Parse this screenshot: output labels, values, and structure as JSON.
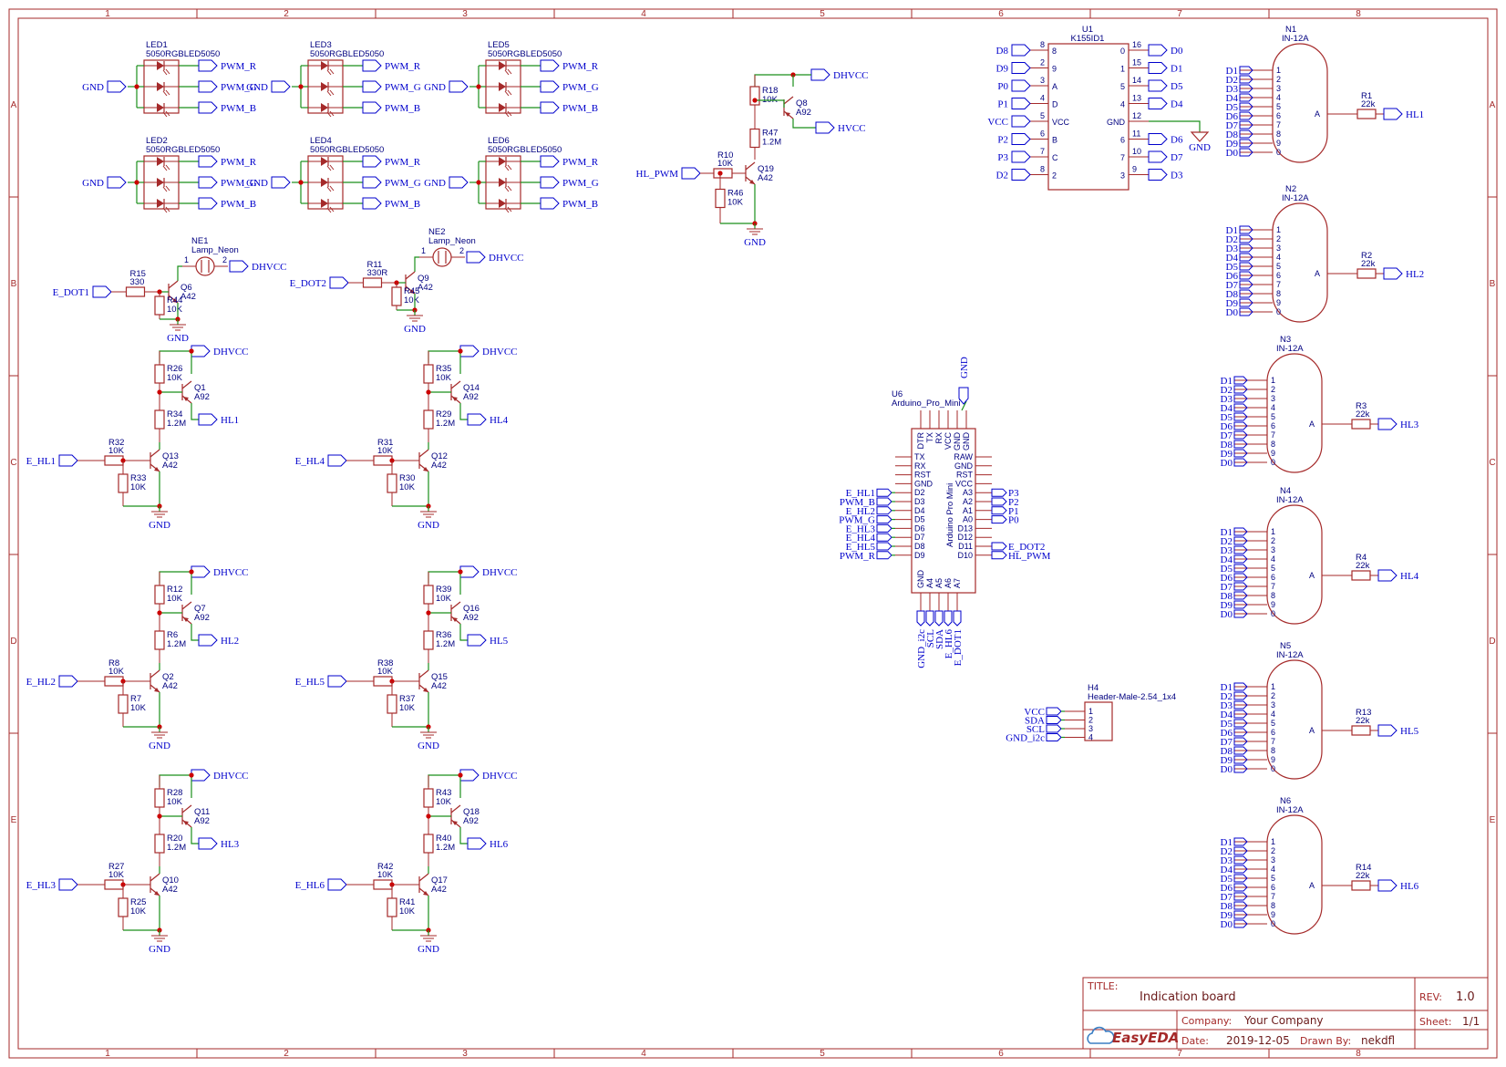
{
  "sheet": {
    "columns": [
      "1",
      "2",
      "3",
      "4",
      "5",
      "6",
      "7",
      "8"
    ],
    "rows": [
      "A",
      "B",
      "C",
      "D",
      "E"
    ]
  },
  "title_block": {
    "title_label": "TITLE:",
    "title": "Indication board",
    "rev_label": "REV:",
    "rev": "1.0",
    "company_label": "Company:",
    "company": "Your Company",
    "sheet_label": "Sheet:",
    "sheet": "1/1",
    "date_label": "Date:",
    "date": "2019-12-05",
    "drawn_label": "Drawn By:",
    "drawn_by": "nekdfl",
    "logo_text": "EasyEDA",
    "colors": {
      "frame": "#a52a2a",
      "wire": "#1a8f1a",
      "net": "#0000cc",
      "junction": "#cc0000"
    }
  },
  "leds": [
    {
      "ref": "LED1",
      "part": "5050RGBLED5050",
      "gnd": "GND",
      "r": "PWM_R",
      "g": "PWM_G",
      "b": "PWM_B"
    },
    {
      "ref": "LED3",
      "part": "5050RGBLED5050",
      "gnd": "GND",
      "r": "PWM_R",
      "g": "PWM_G",
      "b": "PWM_B"
    },
    {
      "ref": "LED5",
      "part": "5050RGBLED5050",
      "gnd": "GND",
      "r": "PWM_R",
      "g": "PWM_G",
      "b": "PWM_B"
    },
    {
      "ref": "LED2",
      "part": "5050RGBLED5050",
      "gnd": "GND",
      "r": "PWM_R",
      "g": "PWM_G",
      "b": "PWM_B"
    },
    {
      "ref": "LED4",
      "part": "5050RGBLED5050",
      "gnd": "GND",
      "r": "PWM_R",
      "g": "PWM_G",
      "b": "PWM_B"
    },
    {
      "ref": "LED6",
      "part": "5050RGBLED5050",
      "gnd": "GND",
      "r": "PWM_R",
      "g": "PWM_G",
      "b": "PWM_B"
    }
  ],
  "neons": [
    {
      "ref": "NE1",
      "part": "Lamp_Neon",
      "pin1": "1",
      "pin2": "2",
      "supply": "DHVCC",
      "rb": "R15",
      "rbv": "330",
      "q": "Q6",
      "qv": "A42",
      "rp": "R44",
      "rpv": "10K",
      "input": "E_DOT1",
      "gnd": "GND"
    },
    {
      "ref": "NE2",
      "part": "Lamp_Neon",
      "pin1": "1",
      "pin2": "2",
      "supply": "DHVCC",
      "rb": "R11",
      "rbv": "330R",
      "q": "Q9",
      "qv": "A42",
      "rp": "R45",
      "rpv": "10K",
      "input": "E_DOT2",
      "gnd": "GND"
    }
  ],
  "hv": {
    "supply": "DHVCC",
    "output": "HVCC",
    "input": "HL_PWM",
    "gnd": "GND",
    "r_top": "R18",
    "r_top_v": "10K",
    "q_p": "Q8",
    "q_p_v": "A92",
    "r_mid": "R47",
    "r_mid_v": "1.2M",
    "r_in": "R10",
    "r_in_v": "10K",
    "r_pd": "R46",
    "r_pd_v": "10K",
    "q_n": "Q19",
    "q_n_v": "A42"
  },
  "drivers": [
    {
      "input": "E_HL1",
      "out": "HL1",
      "supply": "DHVCC",
      "gnd": "GND",
      "ra": "R26",
      "rav": "10K",
      "qp": "Q1",
      "qpv": "A92",
      "rb": "R34",
      "rbv": "1.2M",
      "rin": "R32",
      "rinv": "10K",
      "qn": "Q13",
      "qnv": "A42",
      "rd": "R33",
      "rdv": "10K"
    },
    {
      "input": "E_HL4",
      "out": "HL4",
      "supply": "DHVCC",
      "gnd": "GND",
      "ra": "R35",
      "rav": "10K",
      "qp": "Q14",
      "qpv": "A92",
      "rb": "R29",
      "rbv": "1.2M",
      "rin": "R31",
      "rinv": "10K",
      "qn": "Q12",
      "qnv": "A42",
      "rd": "R30",
      "rdv": "10K"
    },
    {
      "input": "E_HL2",
      "out": "HL2",
      "supply": "DHVCC",
      "gnd": "GND",
      "ra": "R12",
      "rav": "10K",
      "qp": "Q7",
      "qpv": "A92",
      "rb": "R6",
      "rbv": "1.2M",
      "rin": "R8",
      "rinv": "10K",
      "qn": "Q2",
      "qnv": "A42",
      "rd": "R7",
      "rdv": "10K"
    },
    {
      "input": "E_HL5",
      "out": "HL5",
      "supply": "DHVCC",
      "gnd": "GND",
      "ra": "R39",
      "rav": "10K",
      "qp": "Q16",
      "qpv": "A92",
      "rb": "R36",
      "rbv": "1.2M",
      "rin": "R38",
      "rinv": "10K",
      "qn": "Q15",
      "qnv": "A42",
      "rd": "R37",
      "rdv": "10K"
    },
    {
      "input": "E_HL3",
      "out": "HL3",
      "supply": "DHVCC",
      "gnd": "GND",
      "ra": "R28",
      "rav": "10K",
      "qp": "Q11",
      "qpv": "A92",
      "rb": "R20",
      "rbv": "1.2M",
      "rin": "R27",
      "rinv": "10K",
      "qn": "Q10",
      "qnv": "A42",
      "rd": "R25",
      "rdv": "10K"
    },
    {
      "input": "E_HL6",
      "out": "HL6",
      "supply": "DHVCC",
      "gnd": "GND",
      "ra": "R43",
      "rav": "10K",
      "qp": "Q18",
      "qpv": "A92",
      "rb": "R40",
      "rbv": "1.2M",
      "rin": "R42",
      "rinv": "10K",
      "qn": "Q17",
      "qnv": "A42",
      "rd": "R41",
      "rdv": "10K"
    }
  ],
  "decoder": {
    "ref": "U1",
    "part": "K155ID1",
    "gnd_net": "GND",
    "left": [
      {
        "net": "D8",
        "num": "8",
        "label": "8"
      },
      {
        "net": "D9",
        "num": "2",
        "label": "9"
      },
      {
        "net": "P0",
        "num": "3",
        "label": "A"
      },
      {
        "net": "P1",
        "num": "4",
        "label": "D"
      },
      {
        "net": "VCC",
        "num": "5",
        "label": "VCC"
      },
      {
        "net": "P2",
        "num": "6",
        "label": "B"
      },
      {
        "net": "P3",
        "num": "7",
        "label": "C"
      },
      {
        "net": "D2",
        "num": "8",
        "label": "2"
      }
    ],
    "right": [
      {
        "net": "D0",
        "num": "16",
        "label": "0"
      },
      {
        "net": "D1",
        "num": "15",
        "label": "1"
      },
      {
        "net": "D5",
        "num": "14",
        "label": "5"
      },
      {
        "net": "D4",
        "num": "13",
        "label": "4"
      },
      {
        "net": "",
        "num": "12",
        "label": "GND"
      },
      {
        "net": "D6",
        "num": "11",
        "label": "6"
      },
      {
        "net": "D7",
        "num": "10",
        "label": "7"
      },
      {
        "net": "D3",
        "num": "9",
        "label": "3"
      }
    ]
  },
  "nixies": [
    {
      "ref": "N1",
      "part": "IN-12A",
      "r": "R1",
      "rv": "22k",
      "net": "HL1"
    },
    {
      "ref": "N2",
      "part": "IN-12A",
      "r": "R2",
      "rv": "22k",
      "net": "HL2"
    },
    {
      "ref": "N3",
      "part": "IN-12A",
      "r": "R3",
      "rv": "22k",
      "net": "HL3"
    },
    {
      "ref": "N4",
      "part": "IN-12A",
      "r": "R4",
      "rv": "22k",
      "net": "HL4"
    },
    {
      "ref": "N5",
      "part": "IN-12A",
      "r": "R13",
      "rv": "22k",
      "net": "HL5"
    },
    {
      "ref": "N6",
      "part": "IN-12A",
      "r": "R14",
      "rv": "22k",
      "net": "HL6"
    }
  ],
  "nixie_pins": {
    "nets": [
      "D1",
      "D2",
      "D3",
      "D4",
      "D5",
      "D6",
      "D7",
      "D8",
      "D9",
      "D0"
    ],
    "nums": [
      "1",
      "2",
      "3",
      "4",
      "5",
      "6",
      "7",
      "8",
      "9",
      "0"
    ],
    "anode": "A"
  },
  "arduino": {
    "ref": "U6",
    "part": "Arduino_Pro_Mini",
    "body_text": "Arduino Pro Mini",
    "top_pins": [
      "DTR",
      "TX",
      "RX",
      "VCC",
      "GND",
      "GND"
    ],
    "top_gnd": "GND",
    "left_pins": [
      "TX",
      "RX",
      "RST",
      "GND",
      "D2",
      "D3",
      "D4",
      "D5",
      "D6",
      "D7",
      "D8",
      "D9"
    ],
    "left_nets": [
      "",
      "",
      "",
      "",
      "E_HL1",
      "PWM_B",
      "E_HL2",
      "PWM_G",
      "E_HL3",
      "E_HL4",
      "E_HL5",
      "PWM_R"
    ],
    "right_pins": [
      "RAW",
      "GND",
      "RST",
      "VCC",
      "A3",
      "A2",
      "A1",
      "A0",
      "D13",
      "D12",
      "D11",
      "D10"
    ],
    "right_nets": [
      "",
      "",
      "",
      "",
      "P3",
      "P2",
      "P1",
      "P0",
      "",
      "",
      "E_DOT2",
      "HL_PWM"
    ],
    "bottom_pins": [
      "GND",
      "A4",
      "A5",
      "A6",
      "A7"
    ],
    "bottom_nets": [
      "GND_i2c",
      "SCL",
      "SDA",
      "E_HL6",
      "E_DOT1"
    ]
  },
  "header": {
    "ref": "H4",
    "part": "Header-Male-2.54_1x4",
    "pins": [
      {
        "num": "1",
        "net": "VCC"
      },
      {
        "num": "2",
        "net": "SDA"
      },
      {
        "num": "3",
        "net": "SCL"
      },
      {
        "num": "4",
        "net": "GND_i2c"
      }
    ]
  }
}
